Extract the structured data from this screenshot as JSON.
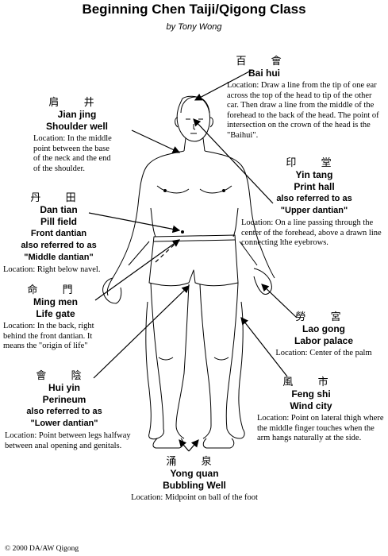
{
  "title": "Beginning Chen Taiji/Qigong Class",
  "byline": "by Tony Wong",
  "footer": "© 2000 DA/AW Qigong",
  "points": {
    "baihui": {
      "zh": "百 會",
      "name": "Bai hui",
      "location": "Location: Draw a line from the tip of one ear across the top of the head to tip of the other car. Then draw a line from the middle of the forehead to the back of the head. The point of intersection on the crown of the head is the \"Baihui\"."
    },
    "jianjing": {
      "zh": "肩 井",
      "name": "Jian jing",
      "meaning": "Shoulder well",
      "location": "Location: In the middle point between the base of the neck and the end of the shoulder."
    },
    "yintang": {
      "zh": "印 堂",
      "name": "Yin tang",
      "meaning": "Print hall",
      "alias": "also referred to as",
      "alias_name": "\"Upper dantian\"",
      "location": "Location: On a line passing through the center of the forehead, above a drawn line connecting lthe eyebrows."
    },
    "dantian": {
      "zh": "丹 田",
      "name": "Dan tian",
      "meaning": "Pill field",
      "extra": "Front dantian",
      "alias": "also referred to as",
      "alias_name": "\"Middle dantian\"",
      "location": "Location: Right below navel."
    },
    "mingmen": {
      "zh": "命 門",
      "name": "Ming men",
      "meaning": "Life gate",
      "location": "Location: In the back, right behind the front dantian. It means the \"origin of life\""
    },
    "laogong": {
      "zh": "勞 宮",
      "name": "Lao gong",
      "meaning": "Labor palace",
      "location": "Location: Center of the palm"
    },
    "huiyin": {
      "zh": "會 陰",
      "name": "Hui yin",
      "meaning": "Perineum",
      "alias": "also referred to as",
      "alias_name": "\"Lower dantian\"",
      "location": "Location: Point between legs halfway between anal opening and genitals."
    },
    "fengshi": {
      "zh": "風 市",
      "name": "Feng shi",
      "meaning": "Wind city",
      "location": "Location: Point on lateral thigh where the middle finger touches when the arm hangs naturally at the side."
    },
    "yongquan": {
      "zh": "涌 泉",
      "name": "Yong quan",
      "meaning": "Bubbling Well",
      "location": "Location: Midpoint on ball of the foot"
    }
  }
}
